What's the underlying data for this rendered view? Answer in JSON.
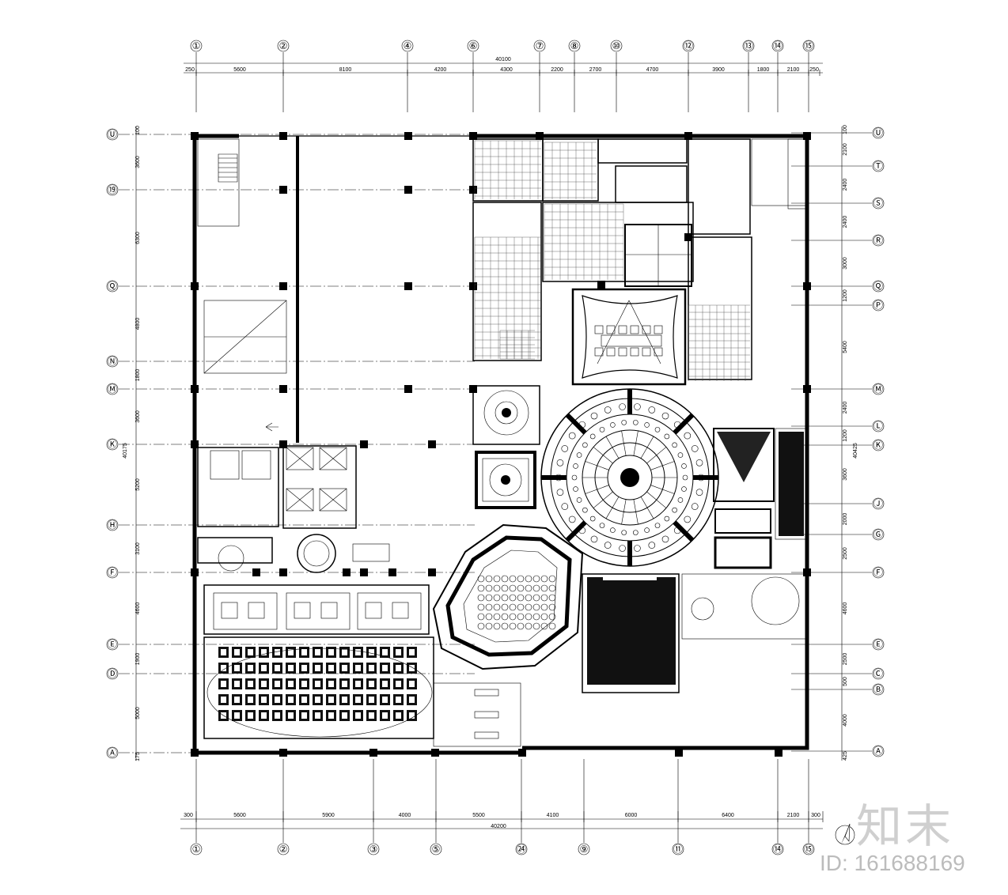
{
  "plan": {
    "top_dims": {
      "total": "40100",
      "segments": [
        "250",
        "5600",
        "8100",
        "4200",
        "4300",
        "2200",
        "2700",
        "4700",
        "3900",
        "1800",
        "2100",
        "250"
      ]
    },
    "bottom_dims": {
      "total": "40200",
      "segments": [
        "300",
        "5600",
        "5900",
        "4000",
        "5500",
        "4100",
        "6000",
        "6400",
        "2100",
        "300"
      ]
    },
    "left_dims": [
      "100",
      "3600",
      "6300",
      "4800",
      "1800",
      "3600",
      "5200",
      "3100",
      "4600",
      "1900",
      "5000",
      "175"
    ],
    "left_total": "40175",
    "right_dims": [
      "100",
      "2100",
      "2400",
      "2400",
      "3000",
      "1200",
      "5400",
      "2400",
      "1200",
      "3600",
      "2000",
      "2500",
      "4600",
      "2500",
      "500",
      "4000",
      "425"
    ],
    "right_total": "40425",
    "top_axes": [
      "①",
      "②",
      "④",
      "⑥",
      "⑦",
      "⑧",
      "⑩",
      "⑫",
      "⑬",
      "⑭",
      "⑮"
    ],
    "bottom_axes": [
      "①",
      "②",
      "③",
      "⑤",
      "㉔",
      "⑨",
      "⑪",
      "⑭",
      "⑮"
    ],
    "left_axes": [
      "Ⓤ",
      "⑲",
      "Ⓠ",
      "Ⓝ",
      "Ⓜ",
      "Ⓚ",
      "Ⓗ",
      "Ⓕ",
      "Ⓔ",
      "Ⓓ",
      "Ⓐ"
    ],
    "right_axes": [
      "Ⓤ",
      "Ⓣ",
      "Ⓢ",
      "Ⓡ",
      "Ⓠ",
      "Ⓟ",
      "Ⓜ",
      "Ⓛ",
      "Ⓚ",
      "Ⓙ",
      "Ⓖ",
      "Ⓕ",
      "Ⓔ",
      "Ⓒ",
      "Ⓑ",
      "Ⓐ"
    ]
  },
  "watermark": {
    "brand": "知末",
    "id": "ID: 161688169"
  },
  "icons": {
    "north": "north-arrow-icon"
  }
}
